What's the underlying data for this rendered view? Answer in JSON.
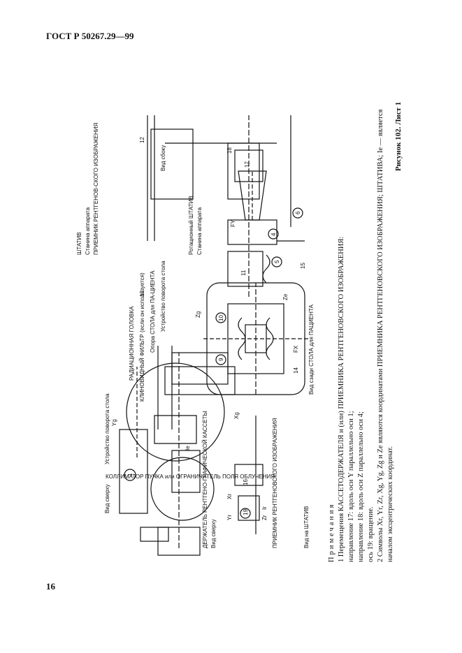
{
  "header": {
    "doc_id": "ГОСТ Р 50267.29—99"
  },
  "page_number": "16",
  "figure": {
    "caption": "Рисунок 102. Лист 1",
    "labels": {
      "view_top": "Вид сверху",
      "table_rotation": "Устройство поворота стола",
      "collimator": "КОЛЛИМАТОР ПУЧКА или ОГРАНИЧИТЕЛЬ ПОЛЯ ОБЛУЧЕНИЯ",
      "stand": "ШТАТИВ",
      "apparatus_frame": "Станина аппарата",
      "receptor": "ПРИЕМНИК РЕНТГЕНОВ-СКОГО ИЗОБРАЖЕНИЯ",
      "radiation_head": "РАДИАЦИОННАЯ ГОЛОВКА",
      "wedge_filter": "КЛИНОВИДНЫЙ ФИЛЬТР (если он используется)",
      "table_support": "Опора СТОЛА для ПА-ЦИЕНТА",
      "table_rotation_2": "Устройство поворота стола",
      "view_side": "Вид сбоку",
      "rotating_stand": "Ротационный ШТАТИВ",
      "apparatus_frame_2": "Станина аппарата",
      "cassette_holder": "ДЕРЖАТЕЛЬ РЕНТГЕНО-ГРАФИЧЕСКОЙ КАССЕТЫ",
      "view_top_2": "Вид сверху",
      "view_behind": "Вид сзади СТОЛА для ПАЦИЕНТА",
      "receptor_2": "ПРИЕМНИК РЕНТГЕНОВСКОГО ИЗОБРАЖЕНИЯ",
      "view_on_stand": "Вид на ШТАТИВ",
      "axis_yg": "Yg",
      "axis_xg": "Xg",
      "axis_zg": "Zg",
      "axis_ze": "Ze",
      "axis_ie": "Ie",
      "axis_fy": "FY",
      "axis_fx": "FX",
      "axis_xr": "Xr",
      "axis_yr": "Yr",
      "axis_zr": "Zr",
      "axis_ir": "Ir",
      "n1": "1",
      "n4": "4",
      "n5": "5",
      "n6": "6",
      "n9": "9",
      "n10": "10",
      "n11": "11",
      "n12": "12",
      "n13": "13",
      "n14": "14",
      "n15": "15",
      "n16": "16",
      "n17": "17",
      "n18": "18",
      "n19": "19"
    }
  },
  "notes": {
    "title": "Примечания",
    "lines": [
      "1 Перемещения КАССЕТОДЕРЖАТЕЛЯ и (или) ПРИЕМНИКА РЕНТГЕНОВСКОГО ИЗОБРАЖЕНИЯ:",
      "направление 17: вдоль оси Y параллельно оси 1;",
      "направление 18: вдоль оси Z параллельно оси 4;",
      "ось 19: вращение.",
      "2 Символы Xr, Yr, Zr, Xg, Yg, Zg и Ze являются координатами ПРИЕМНИКА РЕНТГЕНОВСКОГО ИЗОБРАЖЕНИЯ; ШТАТИВА; Ie — является",
      "началом эксцентрических координат."
    ]
  }
}
